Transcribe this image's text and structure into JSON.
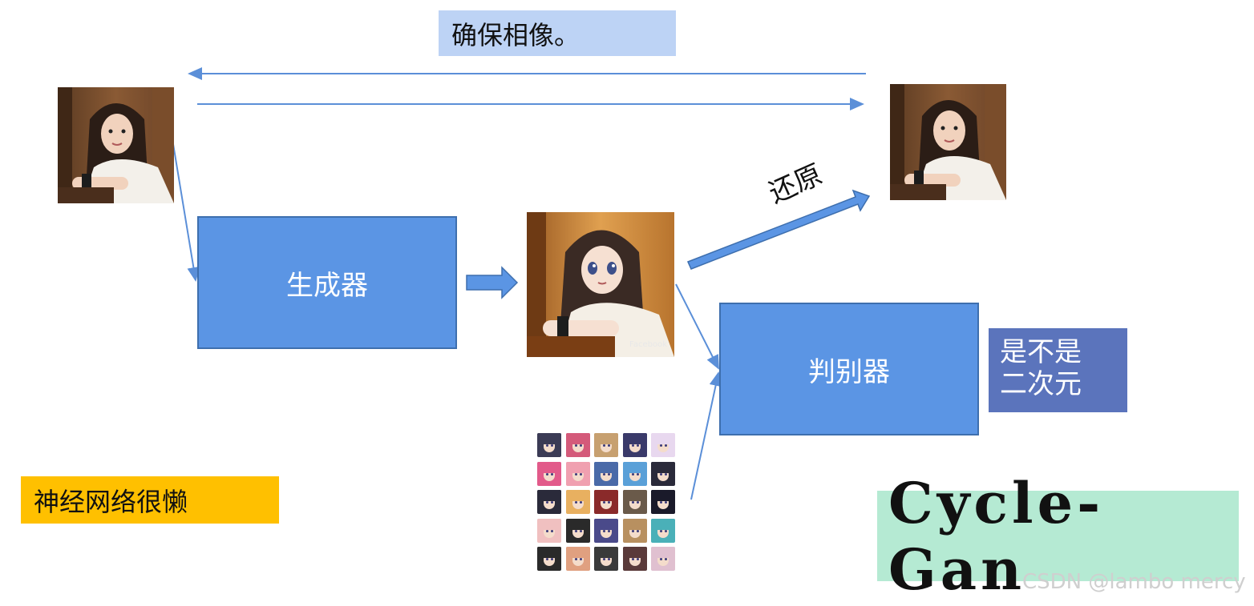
{
  "top_note": {
    "text": "确保相像。"
  },
  "generator": {
    "label": "生成器"
  },
  "restore": {
    "label": "还原"
  },
  "discriminator": {
    "label": "判别器"
  },
  "question": {
    "line1": "是不是",
    "line2": "二次元"
  },
  "lazy_note": {
    "text": "神经网络很懒"
  },
  "title": {
    "text": "Cycle-Gan"
  },
  "watermark": {
    "text": "CSDN @lambo mercy"
  },
  "anime_portrait": {
    "watermark": "Facebook"
  },
  "colors": {
    "box": "#5b95e4",
    "box_border": "#3e6fae",
    "arrow": "#5b8fd8",
    "top_note_bg": "#bdd3f5",
    "question_bg": "#5b74bc",
    "lazy_note_bg": "#ffc000",
    "title_bg": "#b5ead3"
  },
  "icons": [
    "photo-real-girl",
    "photo-anime-girl",
    "anime-faces-dataset"
  ]
}
